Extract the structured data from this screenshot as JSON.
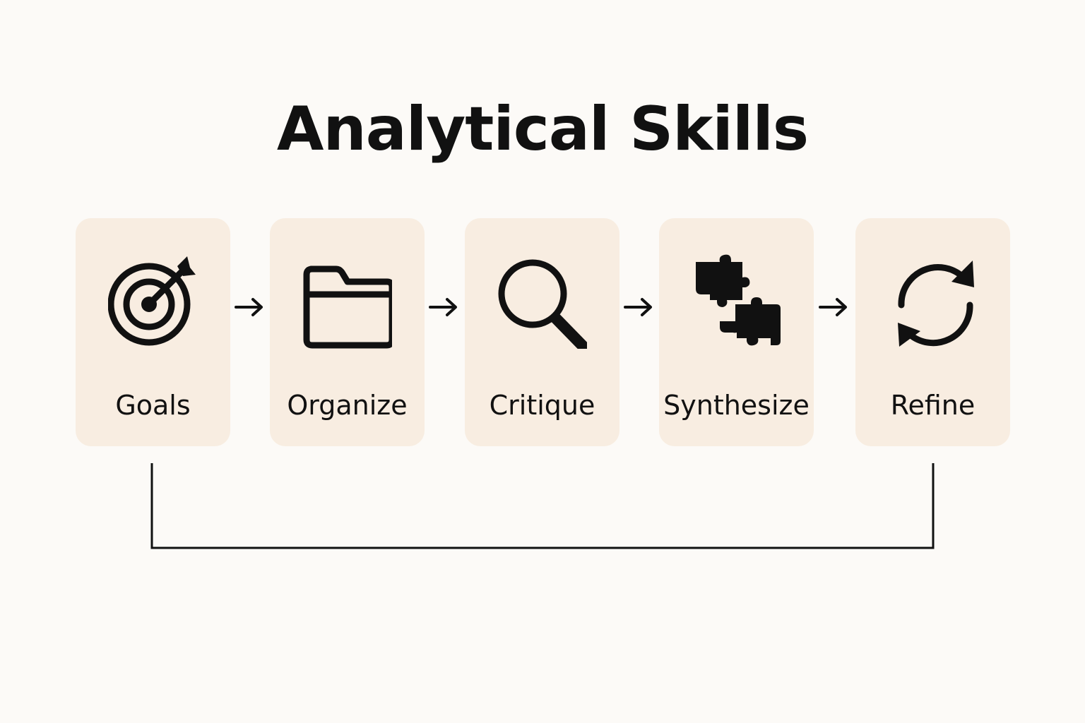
{
  "title": "Analytical Skills",
  "colors": {
    "background": "#fcfaf7",
    "card": "#f8ede1",
    "ink": "#111111"
  },
  "steps": [
    {
      "label": "Goals",
      "icon": "target-icon"
    },
    {
      "label": "Organize",
      "icon": "folder-icon"
    },
    {
      "label": "Critique",
      "icon": "magnifier-icon"
    },
    {
      "label": "Synthesize",
      "icon": "puzzle-icon"
    },
    {
      "label": "Refine",
      "icon": "refresh-icon"
    }
  ]
}
